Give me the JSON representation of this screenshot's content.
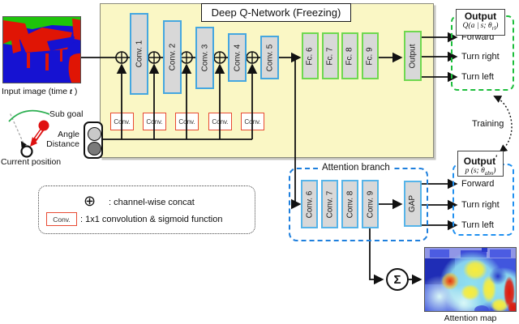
{
  "figure": {
    "input": {
      "caption_pre": "Input image (time ",
      "caption_t": "t",
      "caption_post": " )",
      "sub_goal_label": "Sub goal",
      "angle_label": "Angle",
      "distance_label": "Distance",
      "current_position_label": "Current position"
    },
    "dqn": {
      "title": "Deep Q-Network (Freezing)",
      "conv_layers": [
        "Conv. 1",
        "Conv. 2",
        "Conv. 3",
        "Conv. 4",
        "Conv. 5"
      ],
      "fc_layers": [
        "Fc. 6",
        "Fc. 7",
        "Fc. 8",
        "Fc. 9"
      ],
      "output_layer_label": "Output",
      "small_conv_label": "Conv."
    },
    "rl_output": {
      "title": "Output",
      "formula_pre": "Q(a | s; θ",
      "formula_sub": "rl",
      "formula_post": ")",
      "actions": [
        "Forward",
        "Turn right",
        "Turn left"
      ]
    },
    "attention_branch": {
      "title": "Attention branch",
      "conv_layers": [
        "Conv. 6",
        "Conv. 7",
        "Conv. 8",
        "Conv. 9"
      ],
      "gap_label": "GAP",
      "sum_symbol": "Σ",
      "map_caption": "Attention map"
    },
    "abn_output": {
      "title": "Output",
      "prime": "′",
      "formula_pre": "p (s; θ",
      "formula_sub": "abn",
      "formula_post": ")",
      "actions": [
        "Forward",
        "Turn right",
        "Turn left"
      ]
    },
    "training_label": "Training",
    "legend": {
      "concat_symbol": "⊕",
      "concat_text": ": channel-wise concat",
      "conv_box_label": "Conv.",
      "conv_text": ": 1x1 convolution & sigmoid function"
    },
    "colors": {
      "dqn_background": "#FAF7C5",
      "conv_border_blue": "#45A7E0",
      "fc_border_green": "#6FD84F",
      "small_conv_red": "#E84A33",
      "rl_dashed_green": "#1DBE3C",
      "abn_dashed_blue": "#2090F0",
      "layer_fill_gray": "#D8D8D8"
    }
  }
}
